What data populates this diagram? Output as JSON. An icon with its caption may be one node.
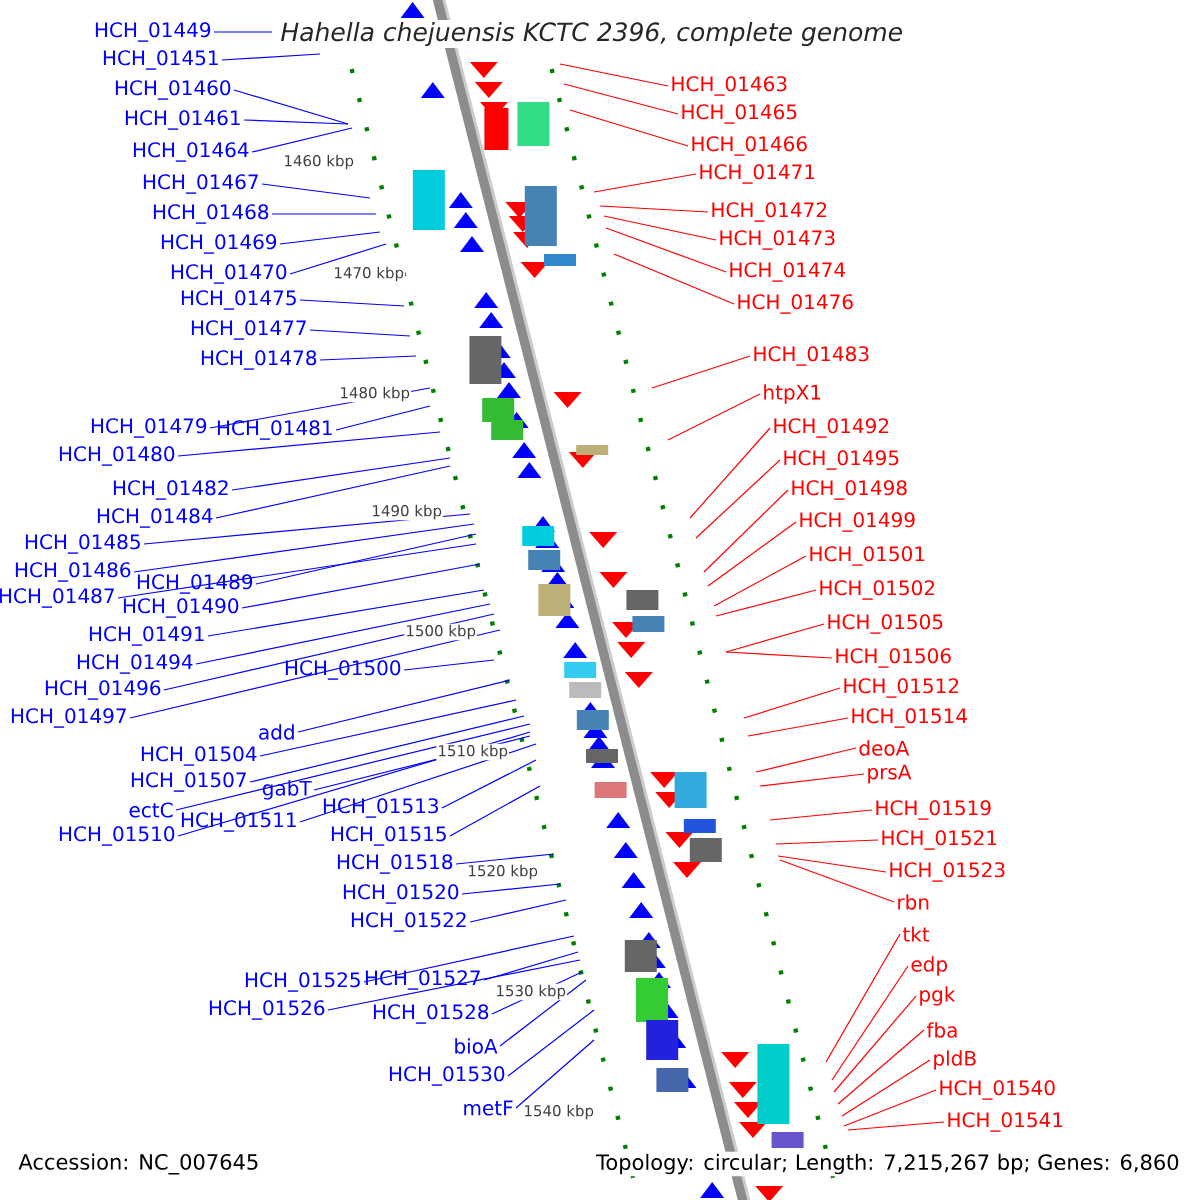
{
  "diagram": {
    "title": "Hahella chejuensis KCTC 2396, complete genome",
    "nodes": [
      {
        "text": [
          "HCH_01449"
        ]
      },
      {
        "text": [
          "HCH_01451"
        ]
      },
      {
        "text": [
          "HCH_01460"
        ]
      },
      {
        "text": [
          "HCH_01461"
        ]
      },
      {
        "text": [
          "HCH_01464"
        ]
      },
      {
        "text": [
          "HCH_01467"
        ]
      },
      {
        "text": [
          "HCH_01468"
        ]
      },
      {
        "text": [
          "HCH_01469"
        ]
      },
      {
        "text": [
          "HCH_01470"
        ]
      },
      {
        "text": [
          "HCH_01475"
        ]
      },
      {
        "text": [
          "HCH_01477"
        ]
      },
      {
        "text": [
          "HCH_01478"
        ]
      },
      {
        "text": [
          "HCH_01479"
        ]
      },
      {
        "text": [
          "HCH_01481"
        ]
      },
      {
        "text": [
          "HCH_01480"
        ]
      },
      {
        "text": [
          "HCH_01482"
        ]
      },
      {
        "text": [
          "HCH_01484"
        ]
      },
      {
        "text": [
          "HCH_01485"
        ]
      },
      {
        "text": [
          "HCH_01486"
        ]
      },
      {
        "text": [
          "HCH_01489"
        ]
      },
      {
        "text": [
          "HCH_01487"
        ]
      },
      {
        "text": [
          "HCH_01490"
        ]
      },
      {
        "text": [
          "HCH_01491"
        ]
      },
      {
        "text": [
          "HCH_01494"
        ]
      },
      {
        "text": [
          "HCH_01500"
        ]
      },
      {
        "text": [
          "HCH_01496"
        ]
      },
      {
        "text": [
          "HCH_01497"
        ]
      },
      {
        "text": [
          "add"
        ]
      },
      {
        "text": [
          "HCH_01504"
        ]
      },
      {
        "text": [
          "HCH_01507"
        ]
      },
      {
        "text": [
          "gabT"
        ]
      },
      {
        "text": [
          "ectC"
        ]
      },
      {
        "text": [
          "HCH_01513"
        ]
      },
      {
        "text": [
          "HCH_01511"
        ]
      },
      {
        "text": [
          "HCH_01510"
        ]
      },
      {
        "text": [
          "HCH_01515"
        ]
      },
      {
        "text": [
          "HCH_01518"
        ]
      },
      {
        "text": [
          "HCH_01520"
        ]
      },
      {
        "text": [
          "HCH_01522"
        ]
      },
      {
        "text": [
          "HCH_01525"
        ]
      },
      {
        "text": [
          "HCH_01527"
        ]
      },
      {
        "text": [
          "HCH_01526"
        ]
      },
      {
        "text": [
          "HCH_01528"
        ]
      },
      {
        "text": [
          "bioA"
        ]
      },
      {
        "text": [
          "HCH_01530"
        ]
      },
      {
        "text": [
          "metF"
        ]
      },
      {
        "text": [
          "HCH_01463"
        ]
      },
      {
        "text": [
          "HCH_01465"
        ]
      },
      {
        "text": [
          "HCH_01466"
        ]
      },
      {
        "text": [
          "HCH_01471"
        ]
      },
      {
        "text": [
          "HCH_01472"
        ]
      },
      {
        "text": [
          "HCH_01473"
        ]
      },
      {
        "text": [
          "HCH_01474"
        ]
      },
      {
        "text": [
          "HCH_01476"
        ]
      },
      {
        "text": [
          "HCH_01483"
        ]
      },
      {
        "text": [
          "htpX1"
        ]
      },
      {
        "text": [
          "HCH_01492"
        ]
      },
      {
        "text": [
          "HCH_01495"
        ]
      },
      {
        "text": [
          "HCH_01498"
        ]
      },
      {
        "text": [
          "HCH_01499"
        ]
      },
      {
        "text": [
          "HCH_01501"
        ]
      },
      {
        "text": [
          "HCH_01502"
        ]
      },
      {
        "text": [
          "HCH_01505"
        ]
      },
      {
        "text": [
          "HCH_01506"
        ]
      },
      {
        "text": [
          "HCH_01512"
        ]
      },
      {
        "text": [
          "HCH_01514"
        ]
      },
      {
        "text": [
          "deoA"
        ]
      },
      {
        "text": [
          "prsA"
        ]
      },
      {
        "text": [
          "HCH_01519"
        ]
      },
      {
        "text": [
          "HCH_01521"
        ]
      },
      {
        "text": [
          "HCH_01523"
        ]
      },
      {
        "text": [
          "rbn"
        ]
      },
      {
        "text": [
          "tkt"
        ]
      },
      {
        "text": [
          "edp"
        ]
      },
      {
        "text": [
          "pgk"
        ]
      },
      {
        "text": [
          "fba"
        ]
      },
      {
        "text": [
          "pldB"
        ]
      },
      {
        "text": [
          "HCH_01540"
        ]
      },
      {
        "text": [
          "HCH_01541"
        ]
      }
    ],
    "edges": [
      {
        "from": 0,
        "to": null,
        "arrow": "none"
      },
      {
        "from": 1,
        "to": null,
        "arrow": "none"
      },
      {
        "from": 2,
        "to": null,
        "arrow": "none"
      },
      {
        "from": 3,
        "to": null,
        "arrow": "none"
      },
      {
        "from": 4,
        "to": null,
        "arrow": "none"
      },
      {
        "from": 5,
        "to": null,
        "arrow": "none"
      },
      {
        "from": 6,
        "to": null,
        "arrow": "none"
      },
      {
        "from": 7,
        "to": null,
        "arrow": "none"
      },
      {
        "from": 8,
        "to": null,
        "arrow": "none"
      },
      {
        "from": 9,
        "to": null,
        "arrow": "none"
      },
      {
        "from": 10,
        "to": null,
        "arrow": "none"
      },
      {
        "from": 11,
        "to": null,
        "arrow": "none"
      },
      {
        "from": 12,
        "to": null,
        "arrow": "none"
      },
      {
        "from": 13,
        "to": null,
        "arrow": "none"
      },
      {
        "from": 14,
        "to": null,
        "arrow": "none"
      },
      {
        "from": 15,
        "to": null,
        "arrow": "none"
      },
      {
        "from": 16,
        "to": null,
        "arrow": "none"
      },
      {
        "from": 17,
        "to": null,
        "arrow": "none"
      },
      {
        "from": 18,
        "to": null,
        "arrow": "none"
      },
      {
        "from": 19,
        "to": null,
        "arrow": "none"
      },
      {
        "from": 20,
        "to": null,
        "arrow": "none"
      },
      {
        "from": 21,
        "to": null,
        "arrow": "none"
      },
      {
        "from": 22,
        "to": null,
        "arrow": "none"
      },
      {
        "from": 23,
        "to": null,
        "arrow": "none"
      },
      {
        "from": 24,
        "to": null,
        "arrow": "none"
      },
      {
        "from": 25,
        "to": null,
        "arrow": "none"
      },
      {
        "from": 26,
        "to": null,
        "arrow": "none"
      },
      {
        "from": 27,
        "to": null,
        "arrow": "none"
      },
      {
        "from": 28,
        "to": null,
        "arrow": "none"
      },
      {
        "from": 29,
        "to": null,
        "arrow": "none"
      },
      {
        "from": 30,
        "to": null,
        "arrow": "none"
      },
      {
        "from": 31,
        "to": null,
        "arrow": "none"
      },
      {
        "from": 32,
        "to": null,
        "arrow": "none"
      },
      {
        "from": 33,
        "to": null,
        "arrow": "none"
      },
      {
        "from": 34,
        "to": null,
        "arrow": "none"
      },
      {
        "from": 35,
        "to": null,
        "arrow": "none"
      },
      {
        "from": 36,
        "to": null,
        "arrow": "none"
      },
      {
        "from": 37,
        "to": null,
        "arrow": "none"
      },
      {
        "from": 38,
        "to": null,
        "arrow": "none"
      },
      {
        "from": 39,
        "to": null,
        "arrow": "none"
      },
      {
        "from": 40,
        "to": null,
        "arrow": "none"
      },
      {
        "from": 41,
        "to": null,
        "arrow": "none"
      },
      {
        "from": 42,
        "to": null,
        "arrow": "none"
      },
      {
        "from": 43,
        "to": null,
        "arrow": "none"
      },
      {
        "from": 44,
        "to": null,
        "arrow": "none"
      },
      {
        "from": 45,
        "to": null,
        "arrow": "none"
      },
      {
        "from": 46,
        "to": null,
        "arrow": "none",
        "color": "#ff0000"
      },
      {
        "from": 47,
        "to": null,
        "arrow": "none",
        "color": "#ff0000"
      },
      {
        "from": 48,
        "to": null,
        "arrow": "none",
        "color": "#ff0000"
      },
      {
        "from": 49,
        "to": null,
        "arrow": "none",
        "color": "#ff0000"
      },
      {
        "from": 50,
        "to": null,
        "arrow": "none",
        "color": "#ff0000"
      },
      {
        "from": 51,
        "to": null,
        "arrow": "none",
        "color": "#ff0000"
      },
      {
        "from": 52,
        "to": null,
        "arrow": "none",
        "color": "#ff0000"
      },
      {
        "from": 53,
        "to": null,
        "arrow": "none",
        "color": "#ff0000"
      },
      {
        "from": 54,
        "to": null,
        "arrow": "none",
        "color": "#ff0000"
      },
      {
        "from": 55,
        "to": null,
        "arrow": "none",
        "color": "#ff0000"
      },
      {
        "from": 56,
        "to": null,
        "arrow": "none",
        "color": "#ff0000"
      },
      {
        "from": 57,
        "to": null,
        "arrow": "none",
        "color": "#ff0000"
      },
      {
        "from": 58,
        "to": null,
        "arrow": "none",
        "color": "#ff0000"
      },
      {
        "from": 59,
        "to": null,
        "arrow": "none",
        "color": "#ff0000"
      },
      {
        "from": 60,
        "to": null,
        "arrow": "none",
        "color": "#ff0000"
      },
      {
        "from": 61,
        "to": null,
        "arrow": "none",
        "color": "#ff0000"
      },
      {
        "from": 62,
        "to": null,
        "arrow": "none",
        "color": "#ff0000"
      },
      {
        "from": 63,
        "to": null,
        "arrow": "none",
        "color": "#ff0000"
      },
      {
        "from": 64,
        "to": null,
        "arrow": "none",
        "color": "#ff0000"
      },
      {
        "from": 65,
        "to": null,
        "arrow": "none",
        "color": "#ff0000"
      },
      {
        "from": 66,
        "to": null,
        "arrow": "none",
        "color": "#ff0000"
      },
      {
        "from": 67,
        "to": null,
        "arrow": "none",
        "color": "#ff0000"
      },
      {
        "from": 68,
        "to": null,
        "arrow": "none",
        "color": "#ff0000"
      },
      {
        "from": 69,
        "to": null,
        "arrow": "none",
        "color": "#ff0000"
      },
      {
        "from": 70,
        "to": null,
        "arrow": "none",
        "color": "#ff0000"
      },
      {
        "from": 71,
        "to": null,
        "arrow": "none",
        "color": "#ff0000"
      },
      {
        "from": 72,
        "to": null,
        "arrow": "none",
        "color": "#ff0000"
      },
      {
        "from": 73,
        "to": null,
        "arrow": "none",
        "color": "#ff0000"
      },
      {
        "from": 74,
        "to": null,
        "arrow": "none",
        "color": "#ff0000"
      },
      {
        "from": 75,
        "to": null,
        "arrow": "none",
        "color": "#ff0000"
      },
      {
        "from": 76,
        "to": null,
        "arrow": "none",
        "color": "#ff0000"
      },
      {
        "from": 77,
        "to": null,
        "arrow": "none",
        "color": "#ff0000"
      },
      {
        "from": 78,
        "to": null,
        "arrow": "none",
        "color": "#ff0000"
      }
    ],
    "labels": [
      "1460 kbp",
      "1470 kbp",
      "1480 kbp",
      "1490 kbp",
      "1500 kbp",
      "1510 kbp",
      "1520 kbp",
      "1530 kbp",
      "1540 kbp",
      "Accession: NC_007645",
      "Topology: circular; Length: 7,215,267 bp; Genes: 6,860"
    ]
  }
}
